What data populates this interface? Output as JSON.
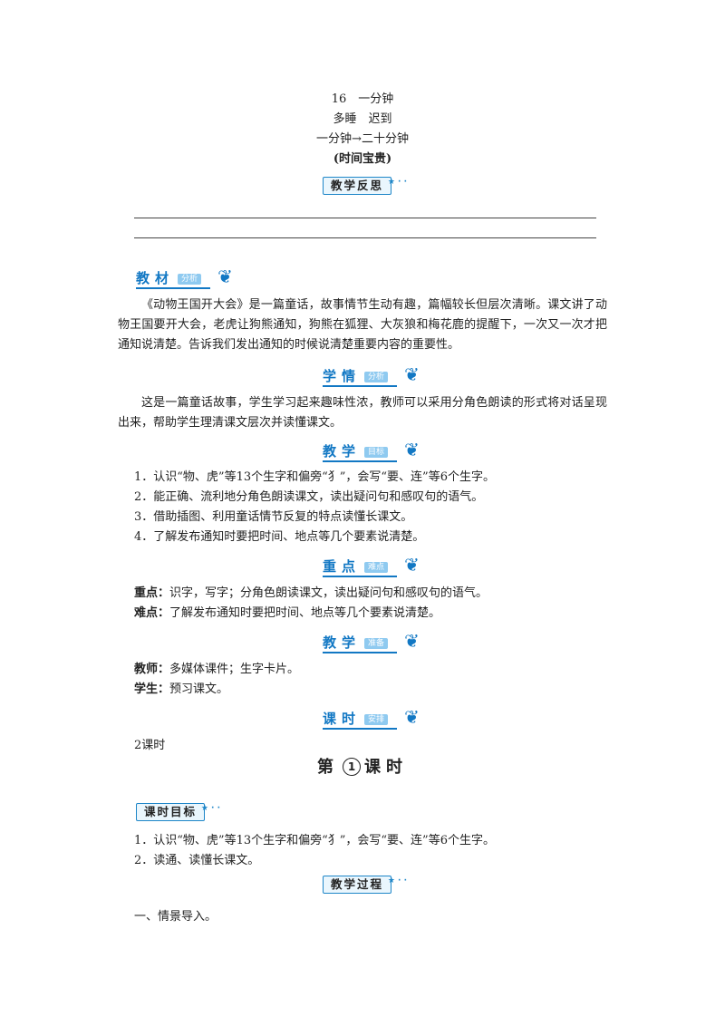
{
  "board": {
    "line1": "16　一分钟",
    "line2": "多睡　迟到",
    "line3": "一分钟→二十分钟",
    "line4": "(时间宝贵)"
  },
  "reflection": {
    "heading": "教学反思",
    "stars": "★ · ·"
  },
  "sections": {
    "material": {
      "main": "教材",
      "sub": "分析"
    },
    "learning": {
      "main": "学情",
      "sub": "分析"
    },
    "goals": {
      "main": "教学",
      "sub": "目标"
    },
    "keypoints": {
      "main": "重点",
      "sub": "难点"
    },
    "prep": {
      "main": "教学",
      "sub": "准备"
    },
    "schedule": {
      "main": "课时",
      "sub": "安排"
    }
  },
  "material_text": "《动物王国开大会》是一篇童话，故事情节生动有趣，篇幅较长但层次清晰。课文讲了动物王国要开大会，老虎让狗熊通知，狗熊在狐狸、大灰狼和梅花鹿的提醒下，一次又一次才把通知说清楚。告诉我们发出通知的时候说清楚重要内容的重要性。",
  "learning_text": "这是一篇童话故事，学生学习起来趣味性浓，教师可以采用分角色朗读的形式将对话呈现出来，帮助学生理清课文层次并读懂课文。",
  "goals": [
    "1．认识“物、虎”等13个生字和偏旁“犭”，会写“要、连”等6个生字。",
    "2．能正确、流利地分角色朗读课文，读出疑问句和感叹句的语气。",
    "3．借助插图、利用童话情节反复的特点读懂长课文。",
    "4．了解发布通知时要把时间、地点等几个要素说清楚。"
  ],
  "keypoints": {
    "key_label": "重点：",
    "key_text": "识字，写字；分角色朗读课文，读出疑问句和感叹句的语气。",
    "hard_label": "难点：",
    "hard_text": "了解发布通知时要把时间、地点等几个要素说清楚。"
  },
  "prep": {
    "teacher_label": "教师：",
    "teacher_text": "多媒体课件；生字卡片。",
    "student_label": "学生：",
    "student_text": "预习课文。"
  },
  "schedule_text": "2课时",
  "lesson": {
    "pre": "第",
    "num": "1",
    "post": "课时"
  },
  "lesson_goals_heading": "课时目标",
  "lesson_goals": [
    "1．认识“物、虎”等13个生字和偏旁“犭”，会写“要、连”等6个生字。",
    "2．读通、读懂长课文。"
  ],
  "process_heading": "教学过程",
  "process_first": "一、情景导入。"
}
